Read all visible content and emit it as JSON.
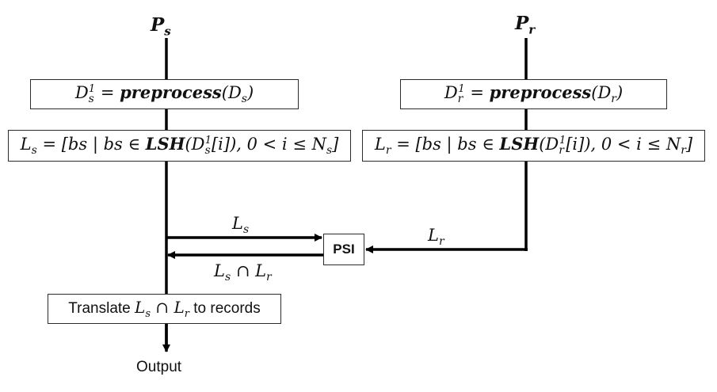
{
  "sender": {
    "party_label": "P_s",
    "preprocess_box": "D_s^1 = preprocess(D_s)",
    "lsh_box": "L_s = [bs | bs ∈ LSH(D_s^1[i]), 0 < i ≤ N_s]"
  },
  "receiver": {
    "party_label": "P_r",
    "preprocess_box": "D_r^1 = preprocess(D_r)",
    "lsh_box": "L_r = [bs | bs ∈ LSH(D_r^1[i]), 0 < i ≤ N_r]"
  },
  "psi": {
    "label": "PSI",
    "input_from_sender": "L_s",
    "input_from_receiver": "L_r",
    "result_to_sender": "L_s ∩ L_r"
  },
  "translate_box": "Translate L_s ∩ L_r to records",
  "output_label": "Output"
}
